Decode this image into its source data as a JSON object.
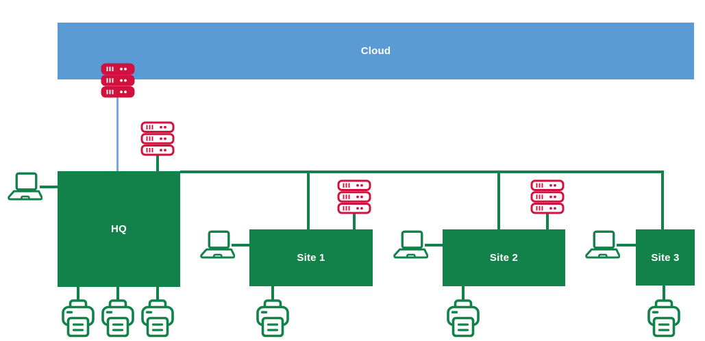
{
  "diagram": {
    "type": "network-topology",
    "cloud": {
      "label": "Cloud"
    },
    "sites": [
      {
        "id": "hq",
        "label": "HQ",
        "laptops": 1,
        "printers": 3,
        "server_racks": 1,
        "linked_to_cloud": true
      },
      {
        "id": "site-1",
        "label": "Site 1",
        "laptops": 1,
        "printers": 1,
        "server_racks": 1,
        "linked_to_cloud": false
      },
      {
        "id": "site-2",
        "label": "Site 2",
        "laptops": 1,
        "printers": 1,
        "server_racks": 1,
        "linked_to_cloud": false
      },
      {
        "id": "site-3",
        "label": "Site 3",
        "laptops": 1,
        "printers": 1,
        "server_racks": 0,
        "linked_to_cloud": false
      }
    ],
    "cloud_edge_rack": {
      "icon": "rack-server-stack-icon",
      "style": "filled"
    },
    "icon_names": [
      "rack-server-stack-icon",
      "laptop-icon",
      "printer-icon"
    ],
    "colors": {
      "cloud_blue": "#5B9BD5",
      "link_blue": "#74A9DC",
      "green": "#12824A",
      "red": "#D2123E",
      "label_text": "#FFFFFF"
    }
  }
}
